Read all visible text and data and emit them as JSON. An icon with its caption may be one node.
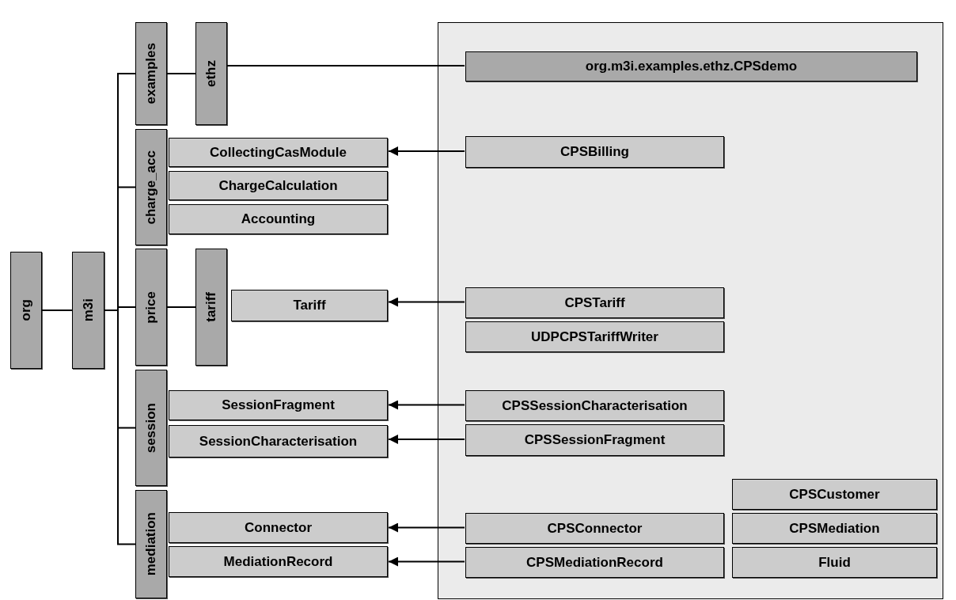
{
  "diagram": {
    "nodes": [
      {
        "text": [
          "org"
        ]
      },
      {
        "text": [
          "m3i"
        ]
      },
      {
        "text": [
          "examples"
        ]
      },
      {
        "text": [
          "charge_acc"
        ]
      },
      {
        "text": [
          "price"
        ]
      },
      {
        "text": [
          "session"
        ]
      },
      {
        "text": [
          "mediation"
        ]
      },
      {
        "text": [
          "ethz"
        ]
      },
      {
        "text": [],
        "shape": "box"
      },
      {
        "text": [
          "org.m3i.examples.ethz.CPSdemo"
        ],
        "in": 8
      },
      {
        "text": [
          "CollectingCasModule"
        ]
      },
      {
        "text": [
          "ChargeCalculation"
        ]
      },
      {
        "text": [
          "Accounting"
        ]
      },
      {
        "text": [
          "CPSBilling"
        ],
        "in": 8
      },
      {
        "text": [
          "tariff"
        ]
      },
      {
        "text": [
          "Tariff"
        ]
      },
      {
        "text": [
          "CPSTariff"
        ],
        "in": 8
      },
      {
        "text": [
          "UDPCPSTariffWriter"
        ],
        "in": 8
      },
      {
        "text": [
          "SessionFragment"
        ]
      },
      {
        "text": [
          "SessionCharacterisation"
        ]
      },
      {
        "text": [
          "CPSSessionCharacterisation"
        ],
        "in": 8
      },
      {
        "text": [
          "CPSSessionFragment"
        ],
        "in": 8
      },
      {
        "text": [
          "CPSCustomer"
        ],
        "in": 8
      },
      {
        "text": [
          "CPSMediation"
        ],
        "in": 8
      },
      {
        "text": [
          "Fluid"
        ],
        "in": 8
      },
      {
        "text": [
          "Connector"
        ]
      },
      {
        "text": [
          "MediationRecord"
        ]
      },
      {
        "text": [
          "CPSConnector"
        ],
        "in": 8
      },
      {
        "text": [
          "CPSMediationRecord"
        ],
        "in": 8
      }
    ],
    "edges": [
      {
        "from": 0,
        "to": 1,
        "arrow": "none"
      },
      {
        "from": 1,
        "to": 2,
        "arrow": "none"
      },
      {
        "from": 1,
        "to": 3,
        "arrow": "none"
      },
      {
        "from": 1,
        "to": 4,
        "arrow": "none"
      },
      {
        "from": 1,
        "to": 5,
        "arrow": "none"
      },
      {
        "from": 1,
        "to": 6,
        "arrow": "none"
      },
      {
        "from": 2,
        "to": 7,
        "arrow": "none"
      },
      {
        "from": 7,
        "to": 9,
        "arrow": "none"
      },
      {
        "from": 4,
        "to": 14,
        "arrow": "none"
      },
      {
        "from": 13,
        "to": 10,
        "arrow": "to"
      },
      {
        "from": 16,
        "to": 15,
        "arrow": "to"
      },
      {
        "from": 20,
        "to": 18,
        "arrow": "to"
      },
      {
        "from": 21,
        "to": 19,
        "arrow": "to"
      },
      {
        "from": 27,
        "to": 25,
        "arrow": "to"
      },
      {
        "from": 28,
        "to": 26,
        "arrow": "to"
      }
    ]
  }
}
